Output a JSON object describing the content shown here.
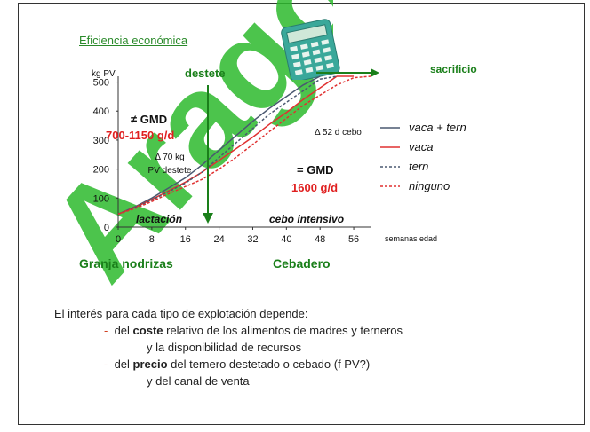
{
  "slide": {
    "title": "Eficiencia económica",
    "watermark_text": "Aragón"
  },
  "chart_data": {
    "type": "line",
    "ylabel": "kg PV",
    "xlabel": "semanas edad",
    "xlim": [
      0,
      60
    ],
    "ylim": [
      0,
      520
    ],
    "xticks": [
      0,
      8,
      16,
      24,
      32,
      40,
      48,
      56
    ],
    "yticks": [
      0,
      100,
      200,
      300,
      400,
      500
    ],
    "series": [
      {
        "name": "vaca + tern",
        "color": "#4a5870",
        "style": "solid",
        "x": [
          0,
          4,
          8,
          12,
          16,
          20,
          24,
          28,
          32,
          36,
          40,
          44,
          48
        ],
        "y": [
          45,
          70,
          100,
          135,
          170,
          215,
          265,
          315,
          365,
          410,
          450,
          490,
          520
        ]
      },
      {
        "name": "vaca",
        "color": "#e03030",
        "style": "solid",
        "x": [
          0,
          4,
          8,
          12,
          16,
          20,
          24,
          28,
          32,
          36,
          40,
          44,
          48,
          52,
          56
        ],
        "y": [
          45,
          68,
          95,
          125,
          155,
          190,
          230,
          270,
          310,
          355,
          395,
          440,
          480,
          520,
          520
        ]
      },
      {
        "name": "tern",
        "color": "#4a5870",
        "style": "dashed",
        "x": [
          0,
          4,
          8,
          12,
          16,
          20,
          24,
          28,
          32,
          36,
          40,
          44,
          48,
          52
        ],
        "y": [
          45,
          67,
          93,
          122,
          152,
          190,
          240,
          290,
          340,
          390,
          430,
          470,
          510,
          520
        ]
      },
      {
        "name": "ninguno",
        "color": "#e03030",
        "style": "dashed",
        "x": [
          0,
          4,
          8,
          12,
          16,
          20,
          24,
          28,
          32,
          36,
          40,
          44,
          48,
          52,
          56,
          60
        ],
        "y": [
          45,
          64,
          88,
          115,
          140,
          165,
          200,
          240,
          285,
          330,
          375,
          420,
          455,
          490,
          515,
          520
        ]
      }
    ],
    "annotations": {
      "destete": "destete",
      "sacrificio": "sacrificio",
      "gmd_diff_label": "≠ GMD",
      "gmd_diff_value": "700-1150 g/d",
      "delta_weight_line1": "Δ 70 kg",
      "delta_weight_line2": "PV destete",
      "delta_cebo": "Δ 52 d cebo",
      "gmd_eq_label": "= GMD",
      "gmd_eq_value": "1600 g/d",
      "lactacion": "lactación",
      "cebo_intensivo": "cebo intensivo",
      "granja": "Granja nodrizas",
      "cebadero": "Cebadero"
    },
    "legend_placement": "right"
  },
  "text": {
    "intro": "El interés para cada tipo de explotación depende:",
    "b1_dash": "-",
    "b1_pre": "del ",
    "b1_bold": "coste",
    "b1_post": " relativo de los alimentos de madres y terneros",
    "b1_line2": "y la disponibilidad de recursos",
    "b2_dash": "-",
    "b2_pre": "del ",
    "b2_bold": "precio",
    "b2_post": " del ternero destetado o cebado (f PV?)",
    "b2_line2": "y del canal de venta"
  },
  "colors": {
    "green": "#1a7f1a",
    "red": "#e02020",
    "watermark": "#2dba2d"
  }
}
